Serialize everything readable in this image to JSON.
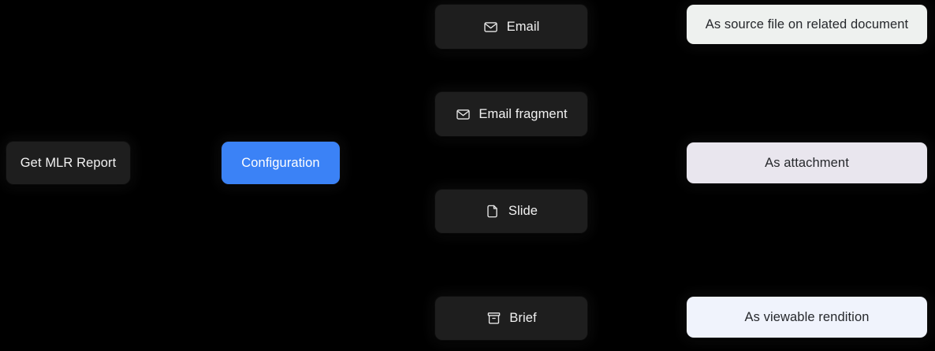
{
  "canvas": {
    "background_color": "#000000"
  },
  "nodes": {
    "trigger": {
      "label": "Get MLR Report",
      "color": "#1e1e1e",
      "text_color": "#f2f2f2"
    },
    "configuration": {
      "label": "Configuration",
      "color": "#3b82f6",
      "text_color": "#ffffff"
    },
    "content_types": [
      {
        "label": "Email",
        "icon": "envelope-icon",
        "color": "#1e1e1e",
        "text_color": "#f2f2f2"
      },
      {
        "label": "Email fragment",
        "icon": "envelope-icon",
        "color": "#1e1e1e",
        "text_color": "#f2f2f2"
      },
      {
        "label": "Slide",
        "icon": "file-icon",
        "color": "#1e1e1e",
        "text_color": "#f2f2f2"
      },
      {
        "label": "Brief",
        "icon": "archive-box-icon",
        "color": "#1e1e1e",
        "text_color": "#f2f2f2"
      }
    ],
    "outputs": [
      {
        "label": "As source file on related document",
        "color": "#eef1ef",
        "text_color": "#26282c"
      },
      {
        "label": "As attachment",
        "color": "#e9e6ee",
        "text_color": "#26282c"
      },
      {
        "label": "As viewable rendition",
        "color": "#f0f3fc",
        "text_color": "#26282c"
      }
    ]
  }
}
